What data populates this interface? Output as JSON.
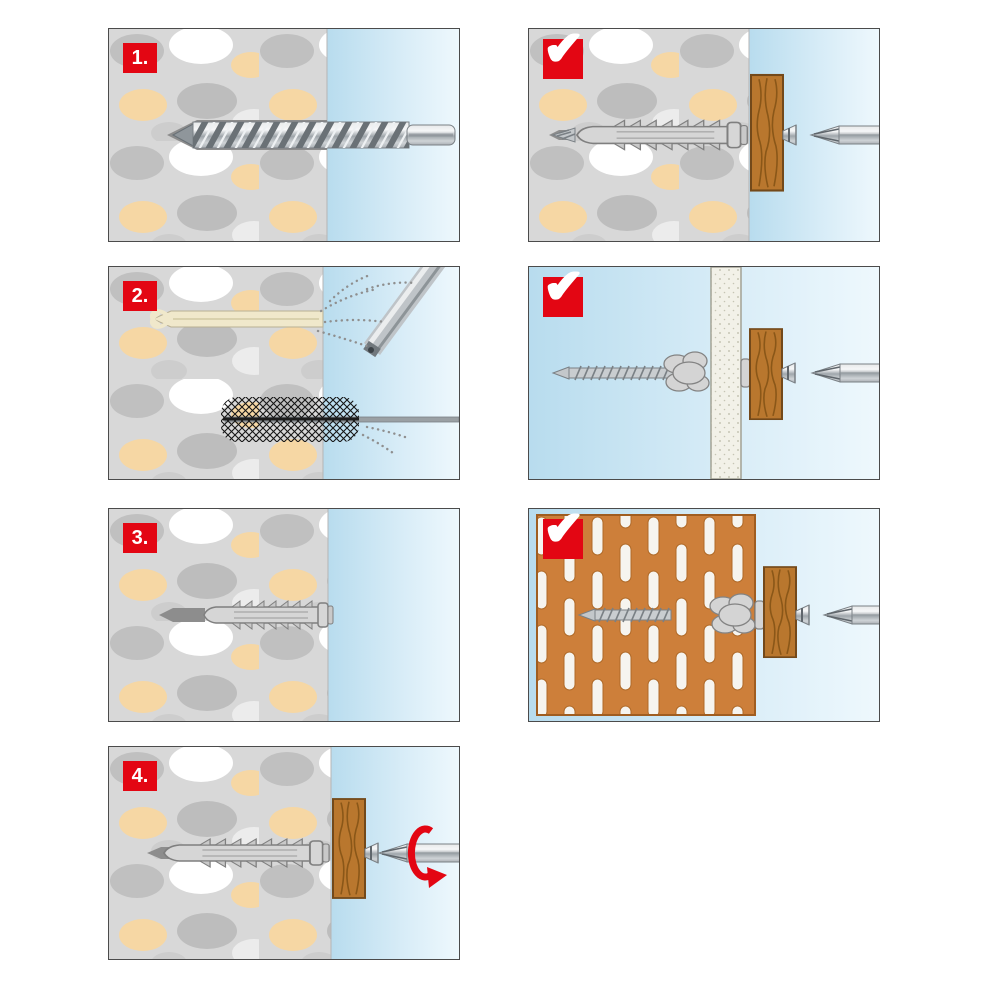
{
  "sheet": {
    "steps": [
      {
        "label": "1."
      },
      {
        "label": "2."
      },
      {
        "label": "3."
      },
      {
        "label": "4."
      }
    ],
    "check_glyph": "✔"
  },
  "icons": {
    "check": "✔"
  },
  "colors": {
    "badge_red": "#e30613",
    "concrete_gray": "#d8d8d8",
    "air_blue": "#cfe7f5",
    "wood_brown": "#b9772e",
    "brick_orange": "#cd7f3a",
    "stone_tan": "#f6d7a4"
  }
}
